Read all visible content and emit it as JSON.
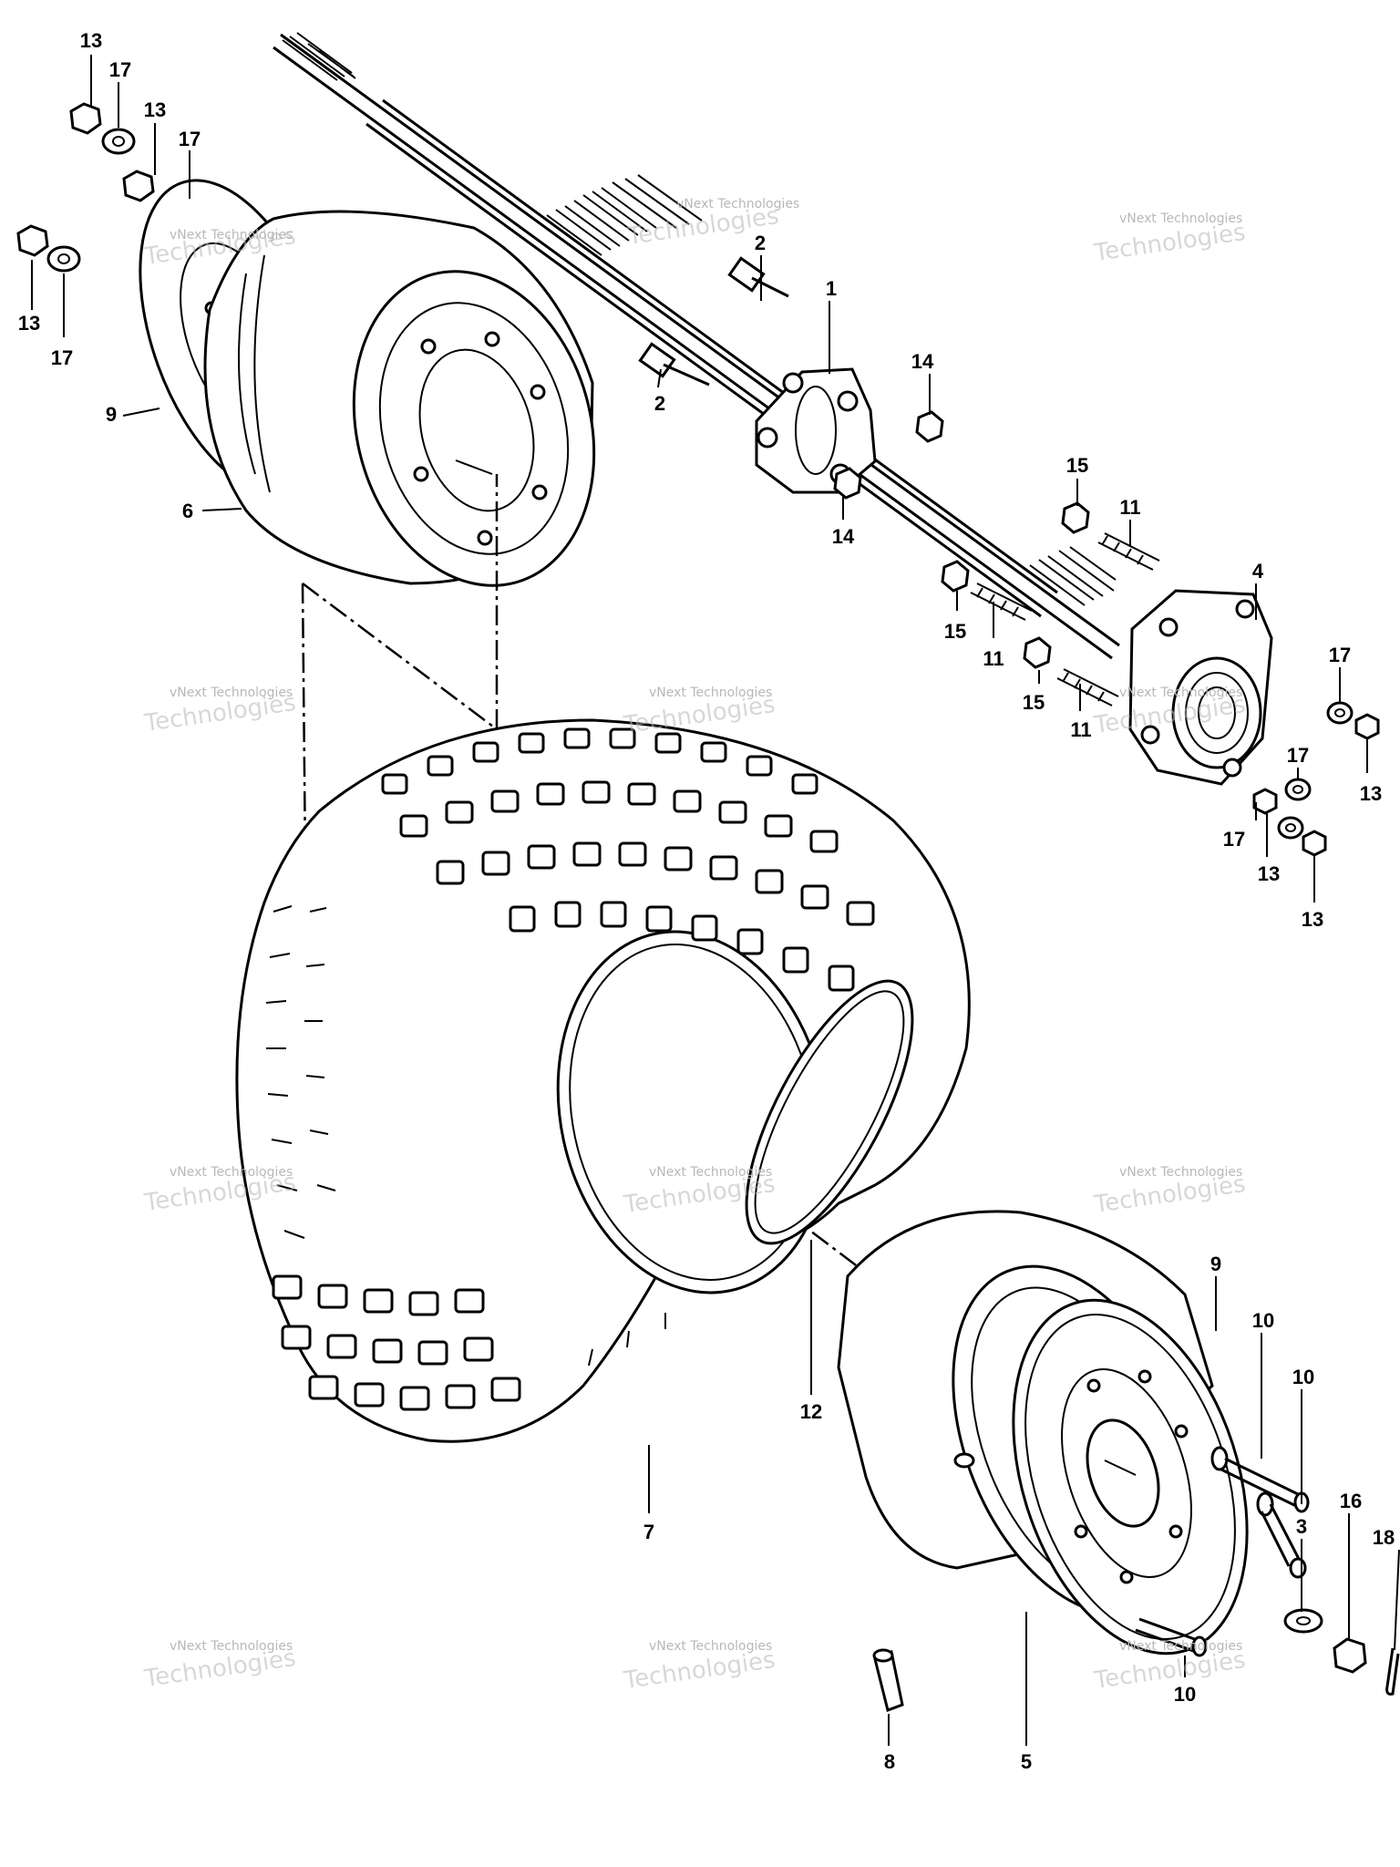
{
  "callouts": [
    {
      "id": "c13a",
      "text": "13"
    },
    {
      "id": "c17a",
      "text": "17"
    },
    {
      "id": "c13b",
      "text": "13"
    },
    {
      "id": "c17b",
      "text": "17"
    },
    {
      "id": "c13c",
      "text": "13"
    },
    {
      "id": "c17c",
      "text": "17"
    },
    {
      "id": "c9a",
      "text": "9"
    },
    {
      "id": "c6",
      "text": "6"
    },
    {
      "id": "c2a",
      "text": "2"
    },
    {
      "id": "c2b",
      "text": "2"
    },
    {
      "id": "c1",
      "text": "1"
    },
    {
      "id": "c14a",
      "text": "14"
    },
    {
      "id": "c14b",
      "text": "14"
    },
    {
      "id": "c15a",
      "text": "15"
    },
    {
      "id": "c11a",
      "text": "11"
    },
    {
      "id": "c15b",
      "text": "15"
    },
    {
      "id": "c11b",
      "text": "11"
    },
    {
      "id": "c15c",
      "text": "15"
    },
    {
      "id": "c11c",
      "text": "11"
    },
    {
      "id": "c4",
      "text": "4"
    },
    {
      "id": "c17d",
      "text": "17"
    },
    {
      "id": "c13d",
      "text": "13"
    },
    {
      "id": "c17e",
      "text": "17"
    },
    {
      "id": "c17f",
      "text": "17"
    },
    {
      "id": "c13e",
      "text": "13"
    },
    {
      "id": "c13f",
      "text": "13"
    },
    {
      "id": "c9b",
      "text": "9"
    },
    {
      "id": "c10a",
      "text": "10"
    },
    {
      "id": "c10b",
      "text": "10"
    },
    {
      "id": "c12",
      "text": "12"
    },
    {
      "id": "c7",
      "text": "7"
    },
    {
      "id": "c3",
      "text": "3"
    },
    {
      "id": "c16",
      "text": "16"
    },
    {
      "id": "c18",
      "text": "18"
    },
    {
      "id": "c8",
      "text": "8"
    },
    {
      "id": "c5",
      "text": "5"
    },
    {
      "id": "c10c",
      "text": "10"
    }
  ],
  "watermark": {
    "line1": "vNext Technologies",
    "line2": "Technologies"
  }
}
